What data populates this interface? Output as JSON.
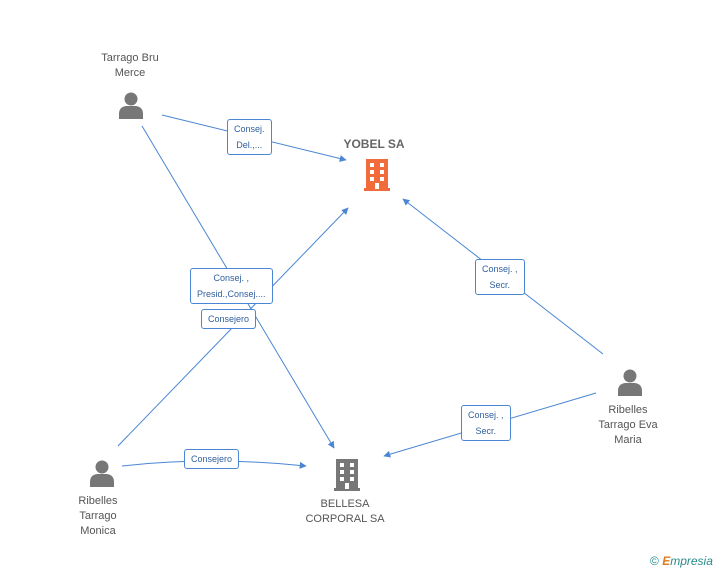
{
  "nodes": {
    "tarrago_bru": {
      "line1": "Tarrago Bru",
      "line2": "Merce"
    },
    "yobel": {
      "name": "YOBEL SA"
    },
    "ribelles_eva": {
      "line1": "Ribelles",
      "line2": "Tarrago Eva",
      "line3": "Maria"
    },
    "ribelles_monica": {
      "line1": "Ribelles",
      "line2": "Tarrago",
      "line3": "Monica"
    },
    "bellesa": {
      "line1": "BELLESA",
      "line2": "CORPORAL SA"
    }
  },
  "edge_labels": {
    "e1": {
      "line1": "Consej.",
      "line2": "Del.,..."
    },
    "e2": {
      "line1": "Consej. ,",
      "line2": "Presid.,Consej...."
    },
    "e3": {
      "line1": "Consejero"
    },
    "e4": {
      "line1": "Consej. ,",
      "line2": "Secr."
    },
    "e5": {
      "line1": "Consej. ,",
      "line2": "Secr."
    },
    "e6": {
      "line1": "Consejero"
    }
  },
  "colors": {
    "edge": "#4a86d4",
    "person": "#777777",
    "company_main": "#f26b3a",
    "company": "#777777"
  },
  "footer": {
    "copyright": "©",
    "brand_initial": "E",
    "brand_rest": "mpresia"
  }
}
